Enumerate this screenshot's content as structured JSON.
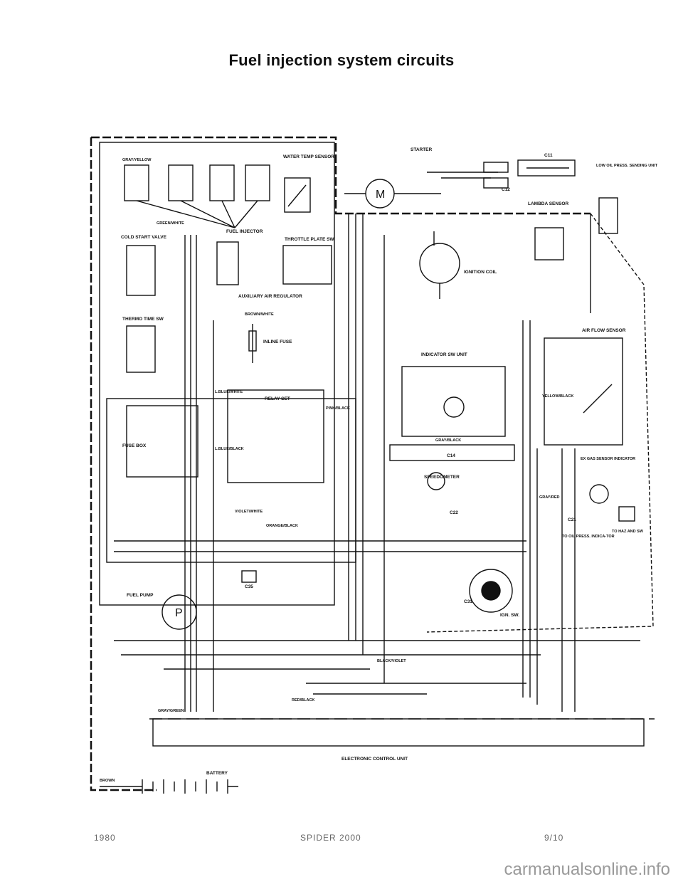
{
  "title": "Fuel injection system circuits",
  "footer": {
    "year": "1980",
    "model": "SPIDER 2000",
    "page": "9/10"
  },
  "watermark": "carmanualsonline.info",
  "components": {
    "water_temp_sensor": "WATER TEMP SENSOR",
    "starter": "STARTER",
    "low_oil_press": "LOW OIL PRESS. SENDING UNIT",
    "cold_start_valve": "COLD START VALVE",
    "fuel_injector": "FUEL INJECTOR",
    "throttle_plate": "THROTTLE PLATE SW",
    "lambda_sensor": "LAMBDA SENSOR",
    "ignition_coil": "IGNITION COIL",
    "thermo_time": "THERMO TIME SW",
    "aux_air_regulator": "AUXILIARY AIR REGULATOR",
    "inline_fuse": "INLINE FUSE",
    "air_flow_sensor": "AIR FLOW SENSOR",
    "indicator_unit": "INDICATOR SW UNIT",
    "relay_set": "RELAY SET",
    "fuse_box": "FUSE BOX",
    "speedometer": "SPEEDOMETER",
    "ex_gas_sensor": "EX GAS SENSOR INDICATOR",
    "to_oil_press": "TO OIL PRESS. INDICA-TOR",
    "to_haz": "TO HAZ AND SW",
    "fuel_pump": "FUEL PUMP",
    "ign_sw": "IGN. SW.",
    "ecu": "ELECTRONIC CONTROL UNIT",
    "battery": "BATTERY",
    "motor_letter": "M",
    "pump_letter": "P"
  },
  "connectors": [
    "C11",
    "C12",
    "C14",
    "C21",
    "C22",
    "C31",
    "C35"
  ],
  "wire_colors": [
    "GRAY/YELLOW",
    "GRAY/GREEN",
    "GRAY/BLACK",
    "GRAY/RED",
    "GREEN/WHITE",
    "L.BLUE/WHITE",
    "L.BLUE/BLACK",
    "BROWN/WHITE",
    "VIOLET/WHITE",
    "RED/BLACK",
    "PINK/BLACK",
    "ORANGE/BLACK",
    "BLACK/VIOLET",
    "YELLOW/BLACK",
    "BROWN"
  ],
  "connector_colors": {
    "ink": "#111111",
    "paper": "#ffffff",
    "footer_gray": "#666666",
    "watermark_gray": "#9a9a9a"
  }
}
